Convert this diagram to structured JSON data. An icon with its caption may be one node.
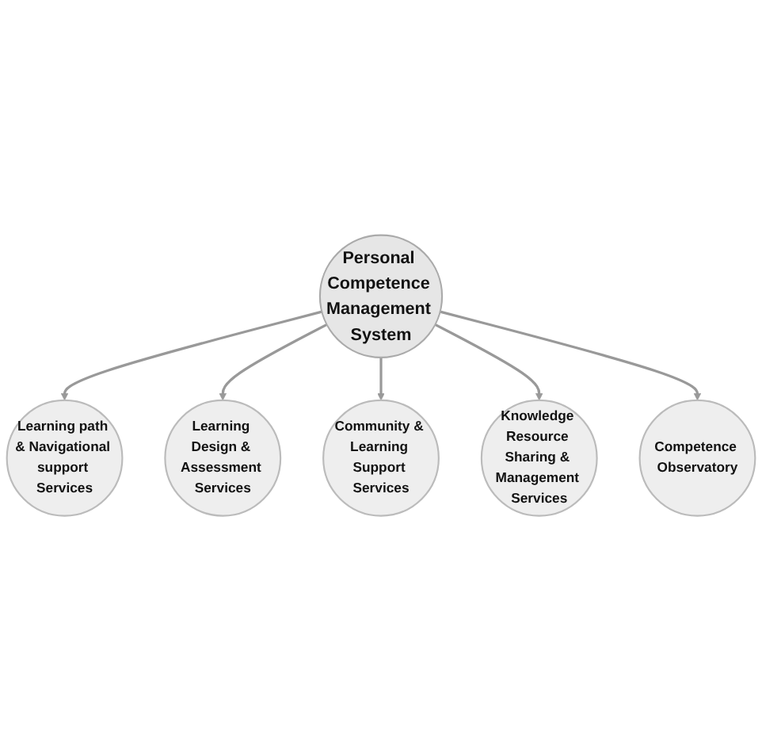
{
  "diagram": {
    "nodes": [
      {
        "text": [
          "Learning path & Navigational support Services"
        ]
      },
      {
        "text": [
          "Learning Design & Assessment Services"
        ]
      },
      {
        "text": [
          "Community & Learning Support Services"
        ]
      },
      {
        "text": [
          "Personal Competence Management System"
        ]
      },
      {
        "text": [
          "Knowledge Resource Sharing & Management Services"
        ]
      },
      {
        "text": [
          "Competence Observatory"
        ]
      }
    ],
    "edges": [
      {
        "from": 3,
        "to": 0,
        "arrow": "to"
      },
      {
        "from": 3,
        "to": 1,
        "arrow": "to"
      },
      {
        "from": 3,
        "to": 2,
        "arrow": "to"
      },
      {
        "from": 3,
        "to": 4,
        "arrow": "to"
      },
      {
        "from": 3,
        "to": 5,
        "arrow": "to"
      }
    ]
  }
}
